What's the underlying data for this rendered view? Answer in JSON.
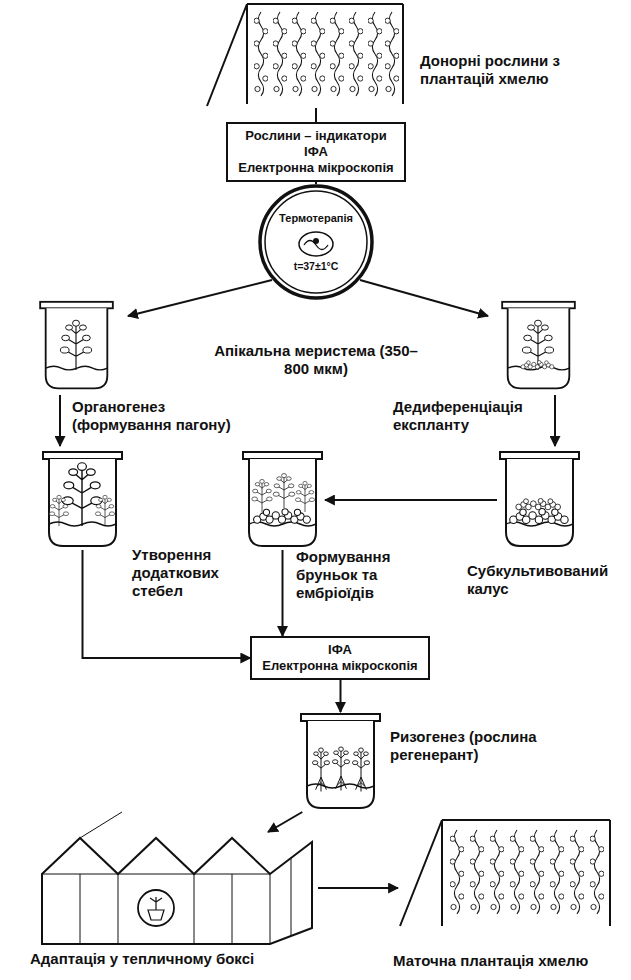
{
  "diagram": {
    "nodes": [
      {
        "text": [
          "Донорні рослини з плантацій хмелю"
        ]
      },
      {
        "text": [
          "Рослини – індикатори",
          "ІФА",
          "Електронна мікроскопія"
        ]
      },
      {
        "text": [
          "Термотерапія",
          "t=37±1°C"
        ]
      },
      {
        "text": [
          "Утворення додаткових стебел"
        ]
      },
      {
        "text": [
          "Формування бруньок та ембріоїдів"
        ]
      },
      {
        "text": [
          "Субкультивований калус"
        ]
      },
      {
        "text": [
          "ІФА",
          "Електронна мікроскопія"
        ]
      },
      {
        "text": [
          "Ризогенез (рослина регенерант)"
        ]
      },
      {
        "text": [
          "Адаптація у тепличному боксі"
        ]
      },
      {
        "text": [
          "Маточна плантація хмелю"
        ]
      }
    ],
    "edges": [
      {
        "from": 0,
        "to": 1,
        "arrow": "none"
      },
      {
        "from": 1,
        "to": 2,
        "arrow": "none"
      },
      {
        "from": 5,
        "to": 4,
        "arrow": "to"
      },
      {
        "from": 3,
        "to": 6,
        "arrow": "to"
      },
      {
        "from": 4,
        "to": 6,
        "arrow": "to"
      },
      {
        "from": 6,
        "to": 7,
        "arrow": "to"
      },
      {
        "from": 7,
        "to": 8,
        "arrow": "to"
      },
      {
        "from": 8,
        "to": 9,
        "arrow": "to"
      }
    ],
    "labels": [
      "Апікальна меристема (350–800 мкм)",
      "Органогенез (формування пагону)",
      "Дедиференціація експланту"
    ]
  }
}
